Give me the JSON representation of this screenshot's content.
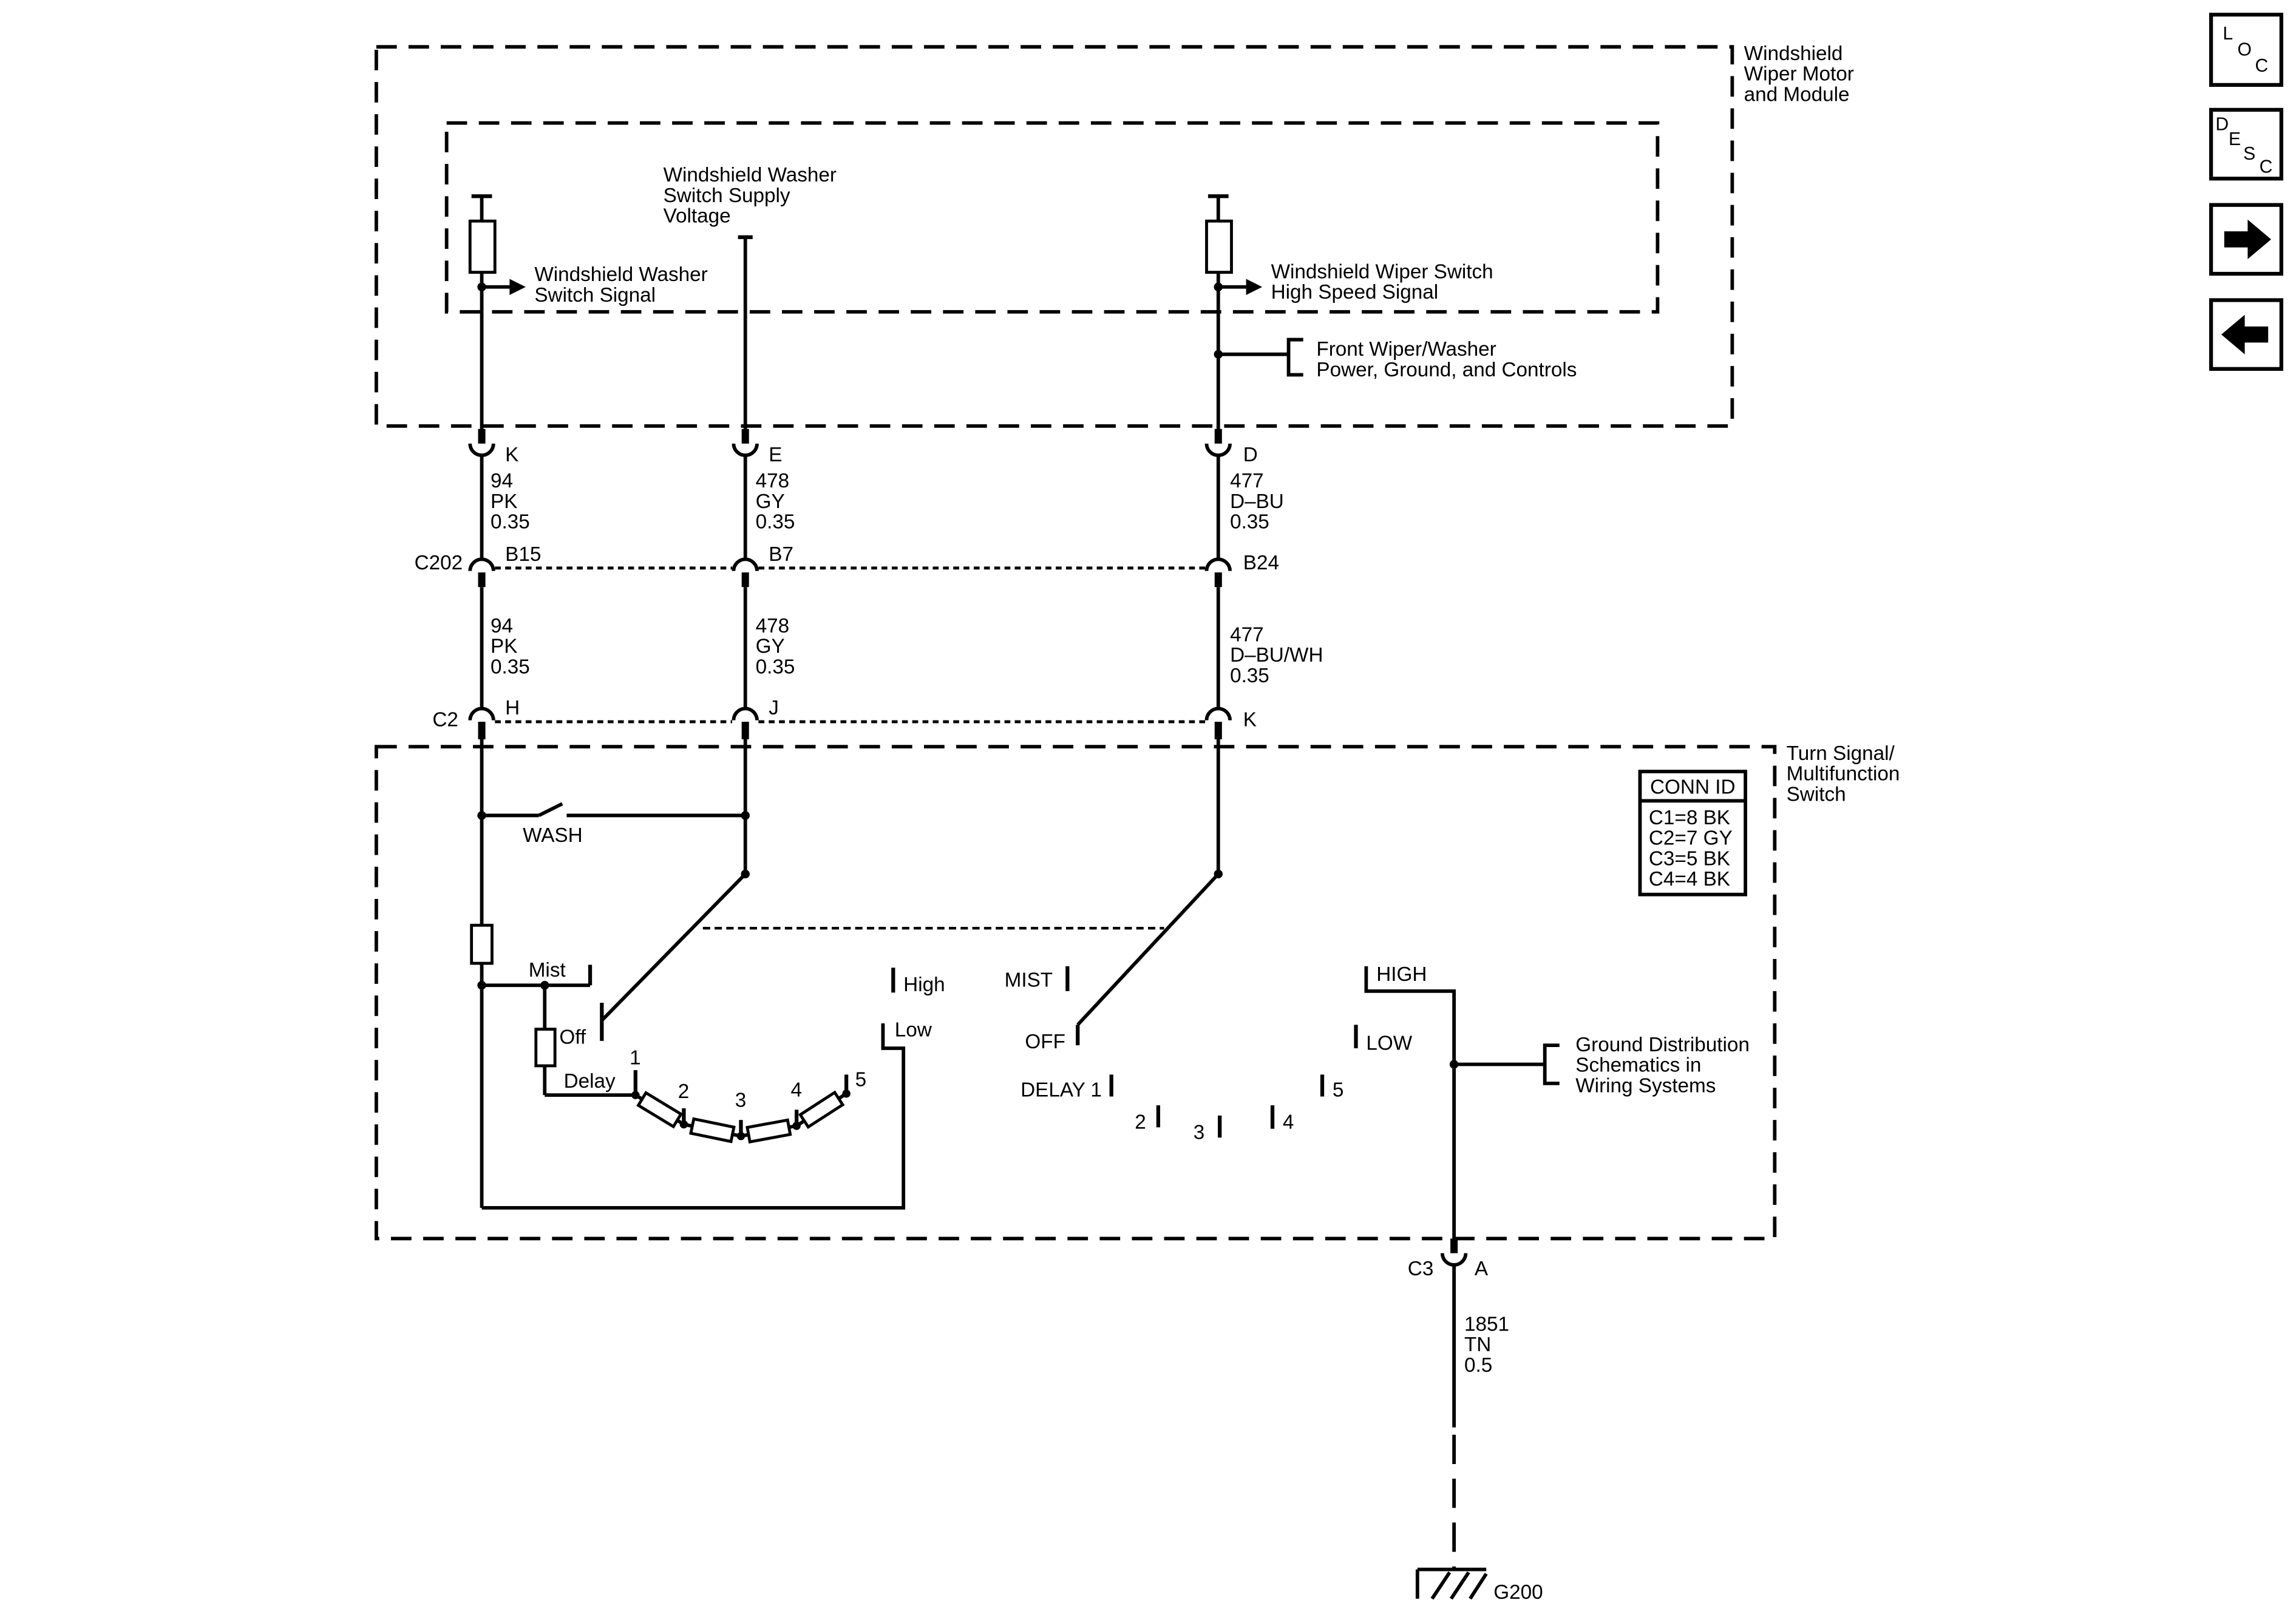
{
  "nav": {
    "loc_letters": [
      "L",
      "O",
      "C"
    ],
    "desc_letters": [
      "D",
      "E",
      "S",
      "C"
    ],
    "icons": [
      "right-arrow-icon",
      "left-arrow-icon"
    ]
  },
  "wiper_module": {
    "title": [
      "Windshield",
      "Wiper Motor",
      "and Module"
    ],
    "supply_voltage_label": [
      "Windshield Washer",
      "Switch Supply",
      "Voltage"
    ],
    "washer_signal_label": [
      "Windshield Washer",
      "Switch Signal"
    ],
    "high_speed_label": [
      "Windshield Wiper Switch",
      "High Speed Signal"
    ],
    "front_wiper_ref": [
      "Front Wiper/Washer",
      "Power, Ground, and Controls"
    ],
    "pins": [
      "K",
      "E",
      "D"
    ]
  },
  "wires_upper": [
    {
      "circuit": "94",
      "color": "PK",
      "gauge": "0.35"
    },
    {
      "circuit": "478",
      "color": "GY",
      "gauge": "0.35"
    },
    {
      "circuit": "477",
      "color": "D–BU",
      "gauge": "0.35"
    }
  ],
  "c202": {
    "name": "C202",
    "pins": [
      "B15",
      "B7",
      "B24"
    ]
  },
  "wires_middle": [
    {
      "circuit": "94",
      "color": "PK",
      "gauge": "0.35"
    },
    {
      "circuit": "478",
      "color": "GY",
      "gauge": "0.35"
    },
    {
      "circuit": "477",
      "color": "D–BU/WH",
      "gauge": "0.35"
    }
  ],
  "c2": {
    "name": "C2",
    "pins": [
      "H",
      "J",
      "K"
    ]
  },
  "multifunction_switch": {
    "title": [
      "Turn Signal/",
      "Multifunction",
      "Switch"
    ],
    "conn_id": {
      "header": "CONN ID",
      "rows": [
        "C1=8 BK",
        "C2=7 GY",
        "C3=5 BK",
        "C4=4 BK"
      ]
    },
    "wash_label": "WASH",
    "washer_positions": {
      "mist": "Mist",
      "off": "Off",
      "delay": "Delay",
      "high": "High",
      "low": "Low",
      "delay_steps": [
        "1",
        "2",
        "3",
        "4",
        "5"
      ]
    },
    "wiper_positions": {
      "mist": "MIST",
      "off": "OFF",
      "delay1": "DELAY 1",
      "low": "LOW",
      "high": "HIGH",
      "delay_steps": [
        "2",
        "3",
        "4",
        "5"
      ]
    }
  },
  "ground_ref": [
    "Ground Distribution",
    "Schematics in",
    "Wiring Systems"
  ],
  "c3": {
    "name": "C3",
    "pin": "A"
  },
  "ground_wire": {
    "circuit": "1851",
    "color": "TN",
    "gauge": "0.5"
  },
  "ground": {
    "name": "G200"
  }
}
